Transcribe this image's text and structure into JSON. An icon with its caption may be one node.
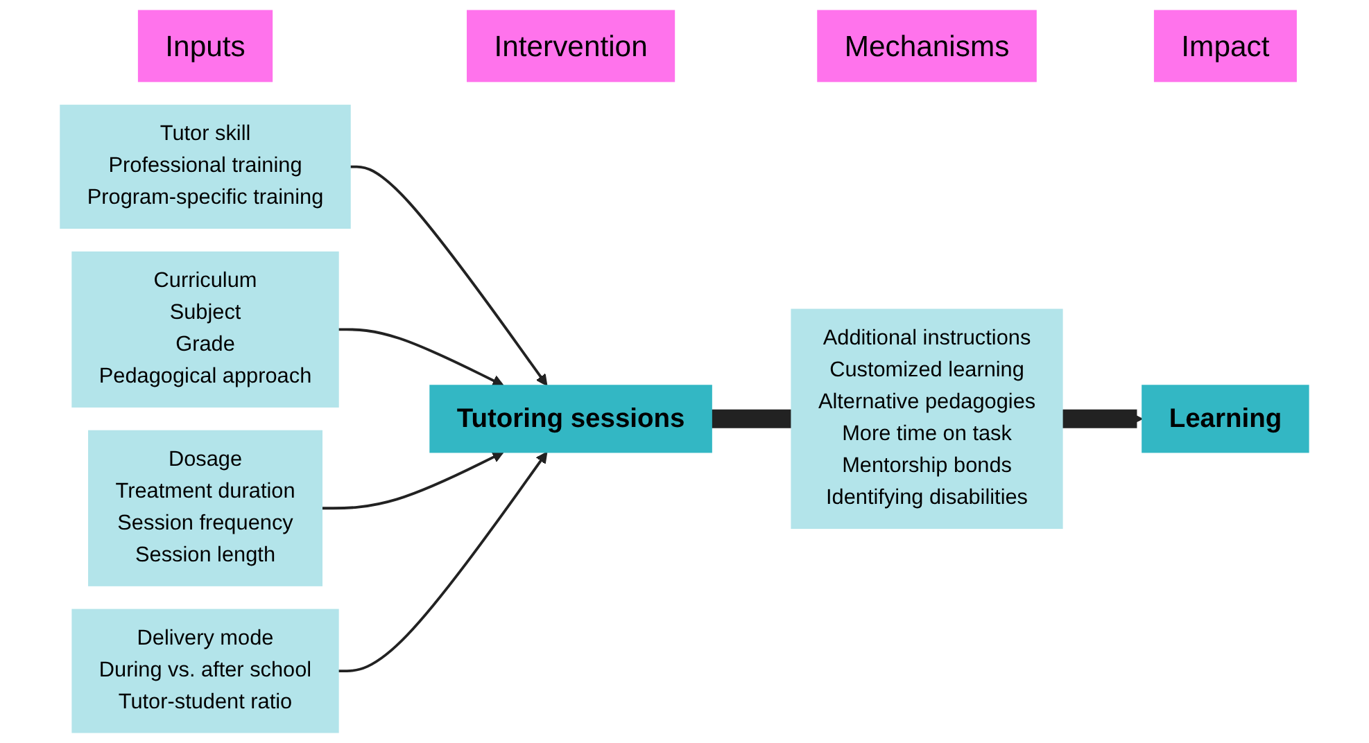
{
  "diagram": {
    "nodes": [
      {
        "text": [
          "Inputs"
        ]
      },
      {
        "text": [
          "Intervention"
        ]
      },
      {
        "text": [
          "Mechanisms"
        ]
      },
      {
        "text": [
          "Impact"
        ]
      },
      {
        "text": [
          "Tutor skill",
          "Professional training",
          "Program-specific training"
        ]
      },
      {
        "text": [
          "Curriculum",
          "Subject",
          "Grade",
          "Pedagogical approach"
        ]
      },
      {
        "text": [
          "Dosage",
          "Treatment duration",
          "Session frequency",
          "Session length"
        ]
      },
      {
        "text": [
          "Delivery mode",
          "During vs. after school",
          "Tutor-student ratio"
        ]
      },
      {
        "text": [
          "Tutoring sessions"
        ]
      },
      {
        "text": [
          "Additional instructions",
          "Customized learning",
          "Alternative pedagogies",
          "More time on task",
          "Mentorship bonds",
          "Identifying disabilities"
        ]
      },
      {
        "text": [
          "Learning"
        ]
      }
    ],
    "edges": [
      {
        "from": 4,
        "to": 8,
        "arrow": "to"
      },
      {
        "from": 5,
        "to": 8,
        "arrow": "to"
      },
      {
        "from": 6,
        "to": 8,
        "arrow": "to"
      },
      {
        "from": 7,
        "to": 8,
        "arrow": "to"
      },
      {
        "from": 8,
        "to": 9,
        "arrow": "none",
        "style": "thick"
      },
      {
        "from": 9,
        "to": 10,
        "arrow": "to",
        "style": "thick"
      }
    ]
  }
}
